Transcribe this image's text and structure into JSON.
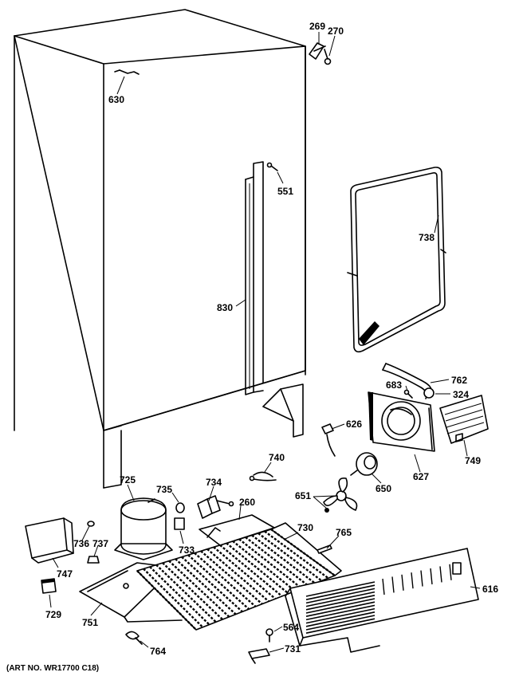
{
  "diagram": {
    "art_number": "(ART NO. WR17700 C18)",
    "callouts": {
      "c269": "269",
      "c270": "270",
      "c630": "630",
      "c551": "551",
      "c738": "738",
      "c830": "830",
      "c762": "762",
      "c683": "683",
      "c324": "324",
      "c626": "626",
      "c740": "740",
      "c627": "627",
      "c749": "749",
      "c725": "725",
      "c735": "735",
      "c734": "734",
      "c650": "650",
      "c651": "651",
      "c260": "260",
      "c730": "730",
      "c765": "765",
      "c736": "736",
      "c737": "737",
      "c733": "733",
      "c747": "747",
      "c616": "616",
      "c729": "729",
      "c751": "751",
      "c564": "564",
      "c764": "764",
      "c731": "731"
    }
  }
}
